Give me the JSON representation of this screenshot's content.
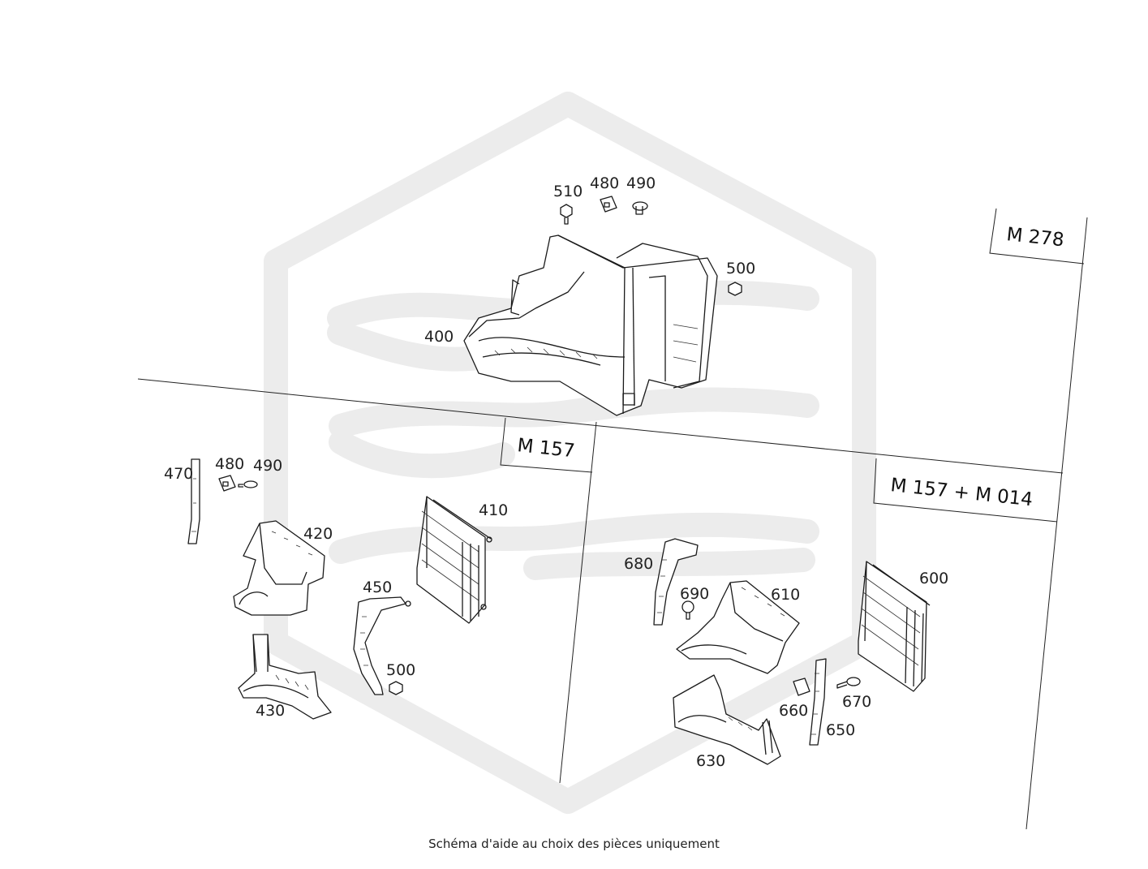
{
  "caption": "Schéma d'aide au choix des pièces uniquement",
  "engine_labels": {
    "m278": "M 278",
    "m157": "M 157",
    "m157_m014": "M 157 + M 014"
  },
  "part_numbers": {
    "p510": "510",
    "p480_top": "480",
    "p490_top": "490",
    "p500_top": "500",
    "p400": "400",
    "p470": "470",
    "p480_left": "480",
    "p490_left": "490",
    "p410": "410",
    "p420": "420",
    "p450": "450",
    "p500_left": "500",
    "p430": "430",
    "p680": "680",
    "p690": "690",
    "p610": "610",
    "p600": "600",
    "p660": "660",
    "p670": "670",
    "p650": "650",
    "p630": "630"
  },
  "watermark": "logo-watermark"
}
